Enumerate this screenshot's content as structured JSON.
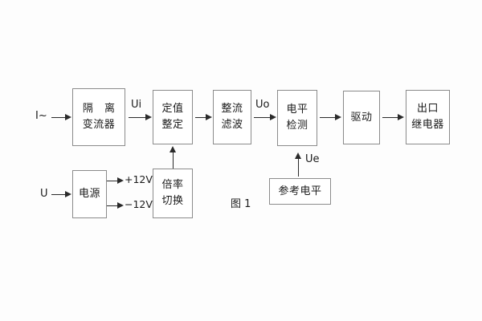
{
  "diagram": {
    "caption": "图 1",
    "inputs": [
      {
        "id": "current-input",
        "label": "I~"
      },
      {
        "id": "voltage-input",
        "label": "U"
      }
    ],
    "signals": [
      {
        "id": "ui",
        "label": "Ui"
      },
      {
        "id": "uo",
        "label": "Uo"
      },
      {
        "id": "ue",
        "label": "Ue"
      }
    ],
    "rails": [
      {
        "id": "pos-12v",
        "label": "+12V"
      },
      {
        "id": "neg-12v",
        "label": "−12V"
      }
    ],
    "blocks": [
      {
        "id": "isolation-transformer",
        "line1": "隔 离",
        "line2": "变流器"
      },
      {
        "id": "setting-value",
        "line1": "定值",
        "line2": "整定"
      },
      {
        "id": "rectify-filter",
        "line1": "整流",
        "line2": "滤波"
      },
      {
        "id": "level-detection",
        "line1": "电平",
        "line2": "检测"
      },
      {
        "id": "drive",
        "line1": "驱动",
        "line2": ""
      },
      {
        "id": "output-relay",
        "line1": "出口",
        "line2": "继电器"
      },
      {
        "id": "power-supply",
        "line1": "电源",
        "line2": ""
      },
      {
        "id": "multiplier-switch",
        "line1": "倍率",
        "line2": "切换"
      },
      {
        "id": "reference-level",
        "line1": "参考电平",
        "line2": ""
      }
    ],
    "colors": {
      "block_border": "#8b8b8b",
      "line": "#2a2a2a",
      "text": "#1a1a1a",
      "background": "#fdfdfd"
    }
  }
}
